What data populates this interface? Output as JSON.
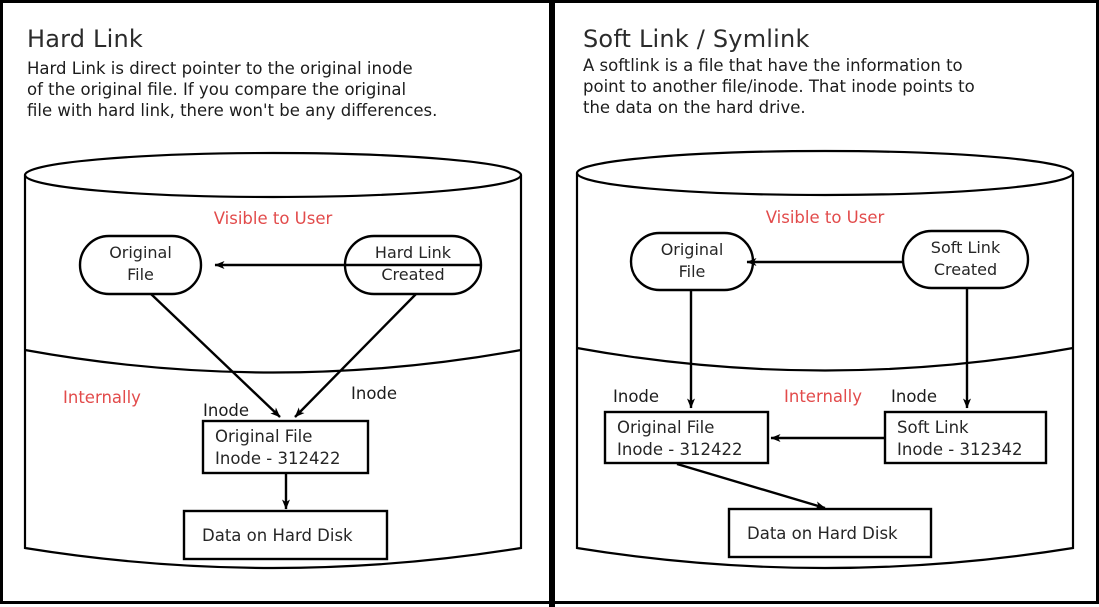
{
  "colors": {
    "accent_red": "#e24b4b",
    "ink": "#1c1c1c",
    "stroke": "#000000",
    "background": "#ffffff"
  },
  "panels": [
    {
      "id": "hard-link",
      "title": "Hard Link",
      "description": "Hard Link is direct pointer to the original inode\nof the original file. If you compare the original\nfile with hard link, there won't be any differences.",
      "zones": {
        "upper": "Visible to User",
        "lower": "Internally"
      },
      "nodes": {
        "left_line1": "Original",
        "left_line2": "File",
        "right_line1": "Hard Link",
        "right_line2": "Created"
      },
      "edge_labels": {
        "left": "Inode",
        "right": "Inode"
      },
      "inode_box": {
        "line1": "Original File",
        "line2": "Inode - 312422"
      },
      "data_box": "Data on Hard Disk"
    },
    {
      "id": "soft-link",
      "title": "Soft Link / Symlink",
      "description": "A softlink is a file that have the information to\npoint to another file/inode. That inode points to\nthe data on the hard drive.",
      "zones": {
        "upper": "Visible to User",
        "lower": "Internally"
      },
      "nodes": {
        "left_line1": "Original",
        "left_line2": "File",
        "right_line1": "Soft Link",
        "right_line2": "Created"
      },
      "edge_labels": {
        "left": "Inode",
        "right": "Inode"
      },
      "inode_box": {
        "line1": "Original File",
        "line2": "Inode - 312422"
      },
      "link_box": {
        "line1": "Soft Link",
        "line2": "Inode - 312342"
      },
      "data_box": "Data on Hard Disk"
    }
  ]
}
